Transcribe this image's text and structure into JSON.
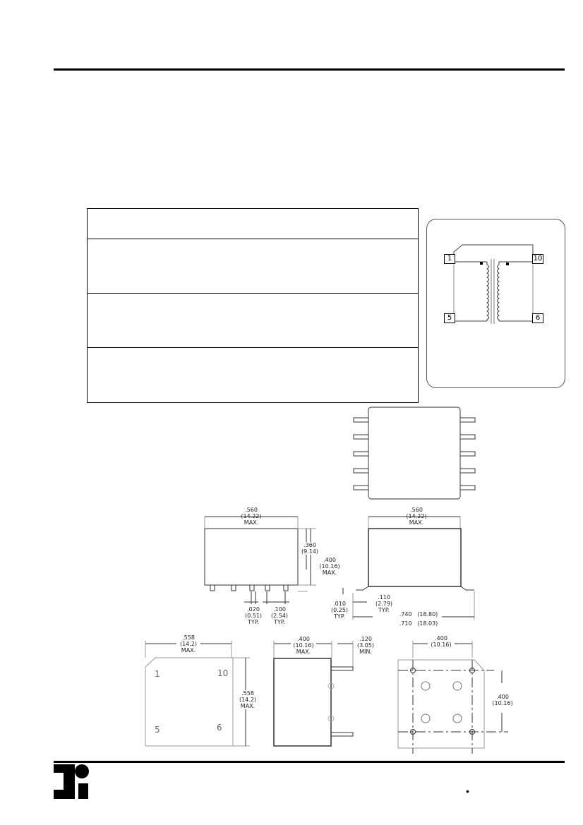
{
  "schematic": {
    "pins": {
      "p1": "1",
      "p10": "10",
      "p5": "5",
      "p6": "6"
    }
  },
  "dimensions": {
    "side_width": ".560\n(14.22)\nMAX.",
    "side_height_360": ".360\n(9.14)",
    "side_height_400": ".400\n(10.16)\nMAX.",
    "lead_020": ".020\n(0.51)\nTYP.",
    "pitch_100": ".100\n(2.54)\nTYP.",
    "front_width": ".560\n(14.22)\nMAX.",
    "standoff_010": ".010\n(0.25)\nTYP.",
    "lead_110": ".110\n(2.79)\nTYP.",
    "span_740": ".740   (18.80)",
    "span_710": ".710   (18.03)",
    "top_width": ".558\n(14.2)\nMAX.",
    "top_height": ".558\n(14.2)\nMAX.",
    "end_width": ".400\n(10.16)\nMAX.",
    "end_lead": ".120\n(3.05)\nMIN.",
    "pcb_width": ".400\n(10.16)",
    "pcb_height": ".400\n(10.16)"
  },
  "top_view_pins": {
    "p1": "1",
    "p10": "10",
    "p5": "5",
    "p6": "6"
  },
  "footer": {
    "bullet": "•"
  }
}
